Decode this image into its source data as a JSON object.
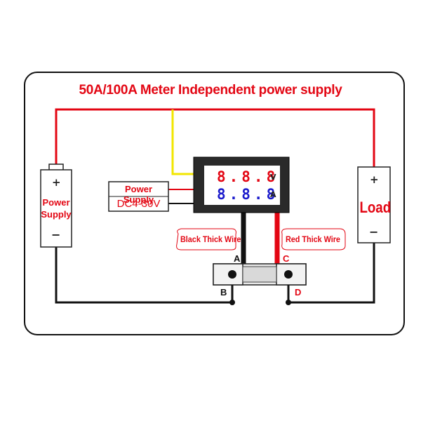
{
  "title": "50A/100A Meter Independent power supply",
  "battery": {
    "plus": "+",
    "label_line1": "Power",
    "label_line2": "Supply",
    "minus": "−"
  },
  "load": {
    "plus": "+",
    "label": "Load",
    "minus": "−"
  },
  "meter_supply": {
    "label": "Power Supply",
    "voltage": "DC4-30V"
  },
  "meter": {
    "top_reading": "8.8.8",
    "top_unit": "V",
    "bottom_reading": "8.8.8",
    "bottom_unit": "A"
  },
  "wires": {
    "black": "Black Thick Wire",
    "red": "Red Thick Wire"
  },
  "terminals": {
    "a": "A",
    "b": "B",
    "c": "C",
    "d": "D"
  },
  "colors": {
    "red_wire": "#e30613",
    "black_wire": "#111111",
    "yellow_wire": "#f2e600",
    "blue_digits": "#1a1acc",
    "red_digits": "#e30613"
  }
}
